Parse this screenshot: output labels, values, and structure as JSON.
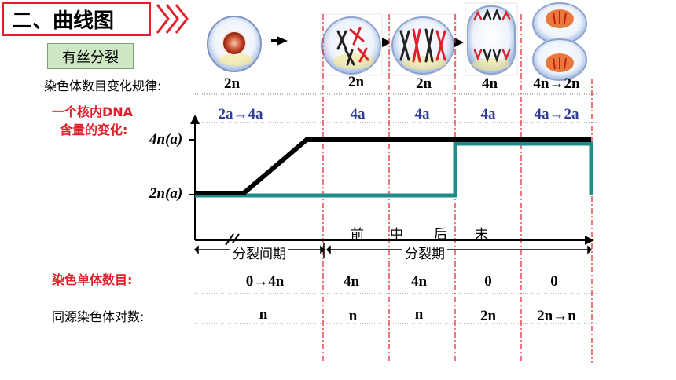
{
  "title": "二、曲线图",
  "subtitle": "有丝分裂",
  "rows": {
    "chromosome_rule_label": "染色体数目变化规律:",
    "chromosome_values": [
      "2n",
      "2n",
      "2n",
      "4n",
      "4n→2n"
    ],
    "dna_label_line1": "一个核内DNA",
    "dna_label_line2": "含量的变化:",
    "dna_values": [
      "2a→4a",
      "4a",
      "4a",
      "4a",
      "4a→2a"
    ],
    "chromatid_label": "染色单体数目:",
    "chromatid_values": [
      "0→4n",
      "4n",
      "4n",
      "0",
      "0"
    ],
    "homolog_label": "同源染色体对数:",
    "homolog_values": [
      "n",
      "n",
      "n",
      "2n",
      "2n→n"
    ]
  },
  "axis": {
    "y_high": "4n(a)",
    "y_low": "2n(a)"
  },
  "phases": [
    "前",
    "中",
    "后",
    "末"
  ],
  "periods": {
    "interphase": "分裂间期",
    "division": "分裂期"
  },
  "colors": {
    "title_border": "#e0202a",
    "subtitle_bg": "#cfe8c4",
    "dna_line": "#000000",
    "chromosome_line": "#1e8c8a",
    "dna_values": "#2f3e96",
    "red_labels": "#e0202a",
    "divider": "#e0202a"
  }
}
